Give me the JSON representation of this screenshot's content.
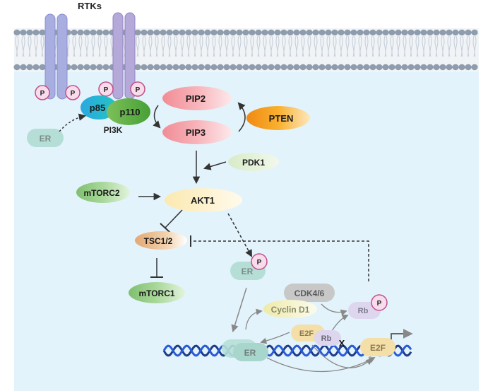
{
  "labels": {
    "rtks": "RTKs",
    "phospho": "P",
    "p85": "p85",
    "p110": "p110",
    "pi3k": "PI3K",
    "er": "ER",
    "pip2": "PIP2",
    "pip3": "PIP3",
    "pten": "PTEN",
    "pdk1": "PDK1",
    "mtorc2": "mTORC2",
    "akt1": "AKT1",
    "tsc12": "TSC1/2",
    "mtorc1": "mTORC1",
    "cdk46": "CDK4/6",
    "cyclind1": "Cyclin D1",
    "rb": "Rb",
    "e2f": "E2F",
    "block_mark": "X"
  },
  "colors": {
    "cytoplasm": "#e3f3fb",
    "membrane_head": "#8e9cad",
    "receptor": "#a9aee0",
    "phospho_fill": "#f9dcec",
    "phospho_stroke": "#c0508a",
    "pip": "#f4aeb4",
    "pten": "#f7a51c",
    "akt": "#fdf0c4",
    "tsc": "#e9b985",
    "mtor": "#9ccf8e",
    "er": "#b5dfd6",
    "cdk": "#c8c8c8",
    "cyclin": "#f3f0c4",
    "rb": "#ddd6ee",
    "e2f": "#f4dfa8",
    "p85": "#25b7d3",
    "p110": "#5fb247",
    "dna": "#1f3c88"
  }
}
